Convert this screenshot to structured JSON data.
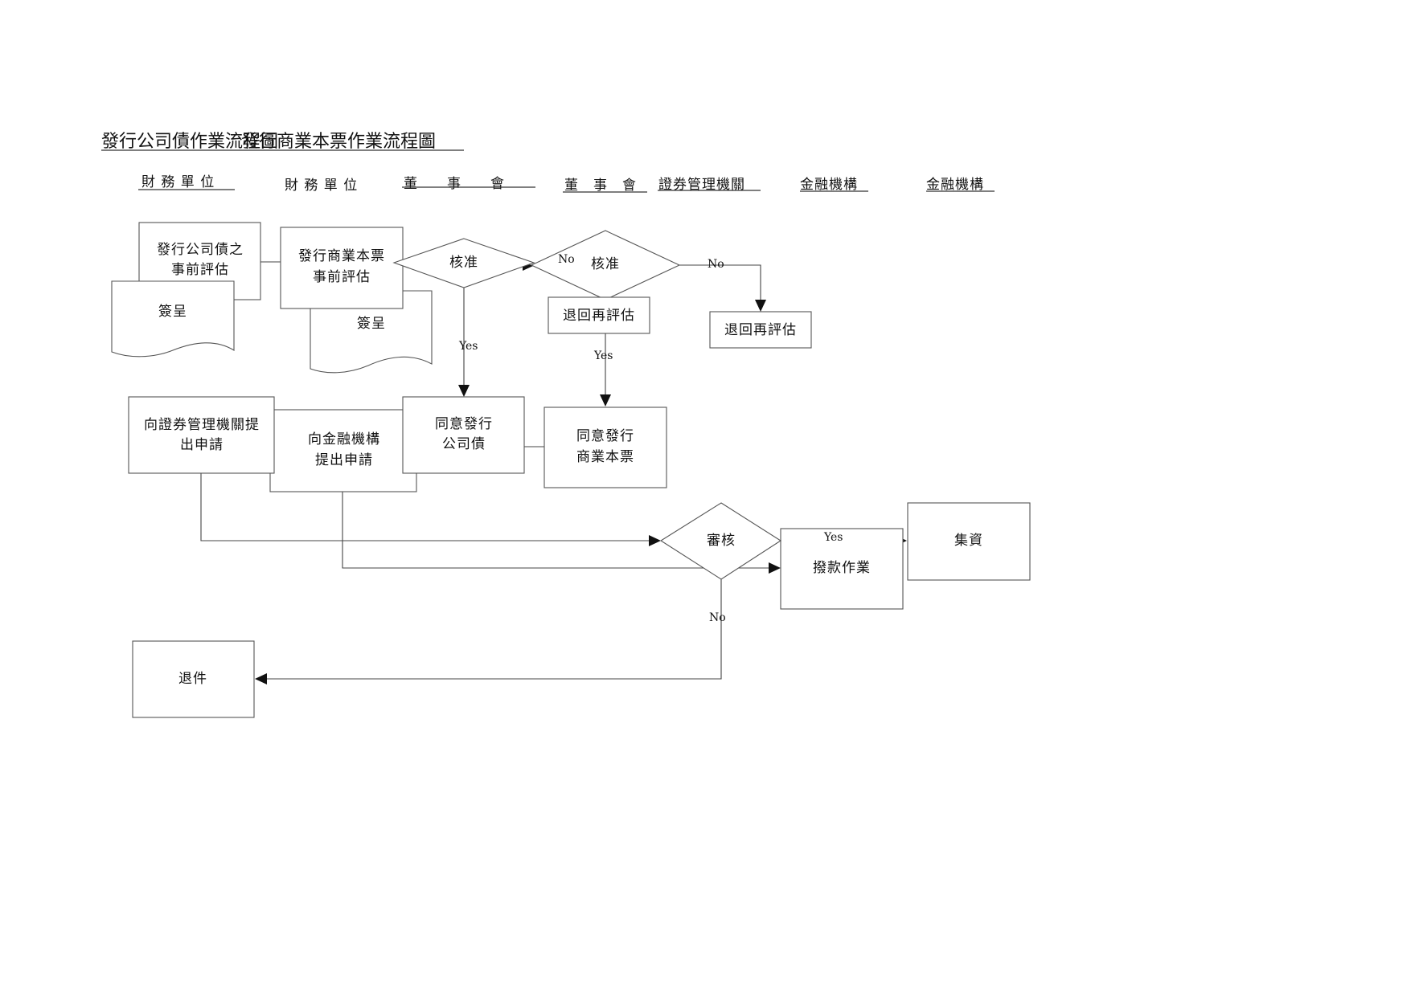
{
  "title": {
    "bond": "發行公司債作業流程圖",
    "cp": "發行商業本票作業流程圖"
  },
  "columns": {
    "c1": "財 務 單 位",
    "c2": "財 務 單 位",
    "c3": "董　　事　　會",
    "c4": "董　事　會",
    "c5": "證券管理機關",
    "c6": "金融機構",
    "c7": "金融機構"
  },
  "nodes": {
    "bond_pre_eval": [
      "發行公司債之",
      "事前評估"
    ],
    "bond_memo": "簽呈",
    "cp_pre_eval": [
      "發行商業本票",
      "事前評估"
    ],
    "cp_memo": "簽呈",
    "approve_1": "核准",
    "approve_2": "核准",
    "return_1": "退回再評估",
    "return_2": "退回再評估",
    "agree_bond": [
      "同意發行",
      "公司債"
    ],
    "agree_cp": [
      "同意發行",
      "商業本票"
    ],
    "apply_sec": [
      "向證券管理機關提",
      "出申請"
    ],
    "apply_fin": [
      "向金融機構",
      "提出申請"
    ],
    "review": "審核",
    "disburse": "撥款作業",
    "fund": "集資",
    "reject": "退件"
  },
  "edge_labels": {
    "no_1": "No",
    "no_2": "No",
    "yes_1": "Yes",
    "yes_2": "Yes",
    "yes_3": "Yes",
    "no_3": "No"
  }
}
